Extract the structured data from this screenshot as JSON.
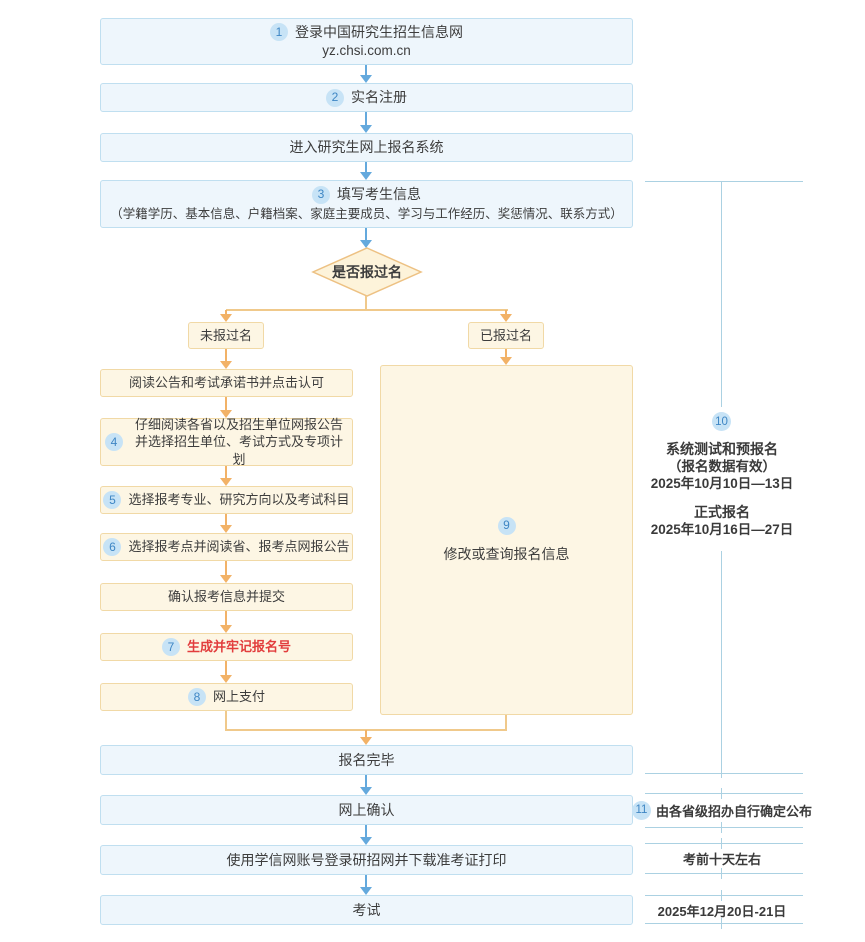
{
  "colors": {
    "blue_box_fill": "#eef6fc",
    "blue_box_border": "#c0dff0",
    "cream_box_fill": "#fdf6e4",
    "cream_box_border": "#f1d9a6",
    "arrow_blue": "#64a9dd",
    "arrow_orange": "#f2b267",
    "number_circle_bg": "#c7e3f6",
    "number_circle_text": "#3e86c4",
    "emphasis_red": "#e23d3d",
    "annotation_line": "#abd1e2"
  },
  "flow": {
    "step1": {
      "num": "1",
      "title": "登录中国研究生招生信息网",
      "subtitle": "yz.chsi.com.cn"
    },
    "step2": {
      "num": "2",
      "label": "实名注册"
    },
    "step3": {
      "label": "进入研究生网上报名系统"
    },
    "step4": {
      "num": "3",
      "title": "填写考生信息",
      "subtitle": "（学籍学历、基本信息、户籍档案、家庭主要成员、学习与工作经历、奖惩情况、联系方式）"
    },
    "decision": {
      "label": "是否报过名"
    },
    "branch_no": {
      "label": "未报过名"
    },
    "branch_yes": {
      "label": "已报过名"
    },
    "left_steps": [
      {
        "label": "阅读公告和考试承诺书并点击认可"
      },
      {
        "num": "4",
        "line1": "仔细阅读各省以及招生单位网报公告",
        "line2": "并选择招生单位、考试方式及专项计划"
      },
      {
        "num": "5",
        "label": "选择报考专业、研究方向以及考试科目"
      },
      {
        "num": "6",
        "label": "选择报考点并阅读省、报考点网报公告"
      },
      {
        "label": "确认报考信息并提交"
      },
      {
        "num": "7",
        "label": "生成并牢记报名号"
      },
      {
        "num": "8",
        "label": "网上支付"
      }
    ],
    "modify_box": {
      "num": "9",
      "label": "修改或查询报名信息"
    },
    "step_done": {
      "label": "报名完毕"
    },
    "step_confirm": {
      "label": "网上确认"
    },
    "step_download": {
      "label": "使用学信网账号登录研招网并下载准考证打印"
    },
    "step_exam": {
      "label": "考试"
    }
  },
  "annotations": {
    "a10": {
      "num": "10",
      "title1": "系统测试和预报名",
      "note1": "（报名数据有效）",
      "date1": "2025年10月10日—13日",
      "title2": "正式报名",
      "date2": "2025年10月16日—27日"
    },
    "a11": {
      "num": "11",
      "label": "由各省级招办自行确定公布"
    },
    "a12": {
      "label": "考前十天左右"
    },
    "a13": {
      "label": "2025年12月20日-21日"
    }
  }
}
